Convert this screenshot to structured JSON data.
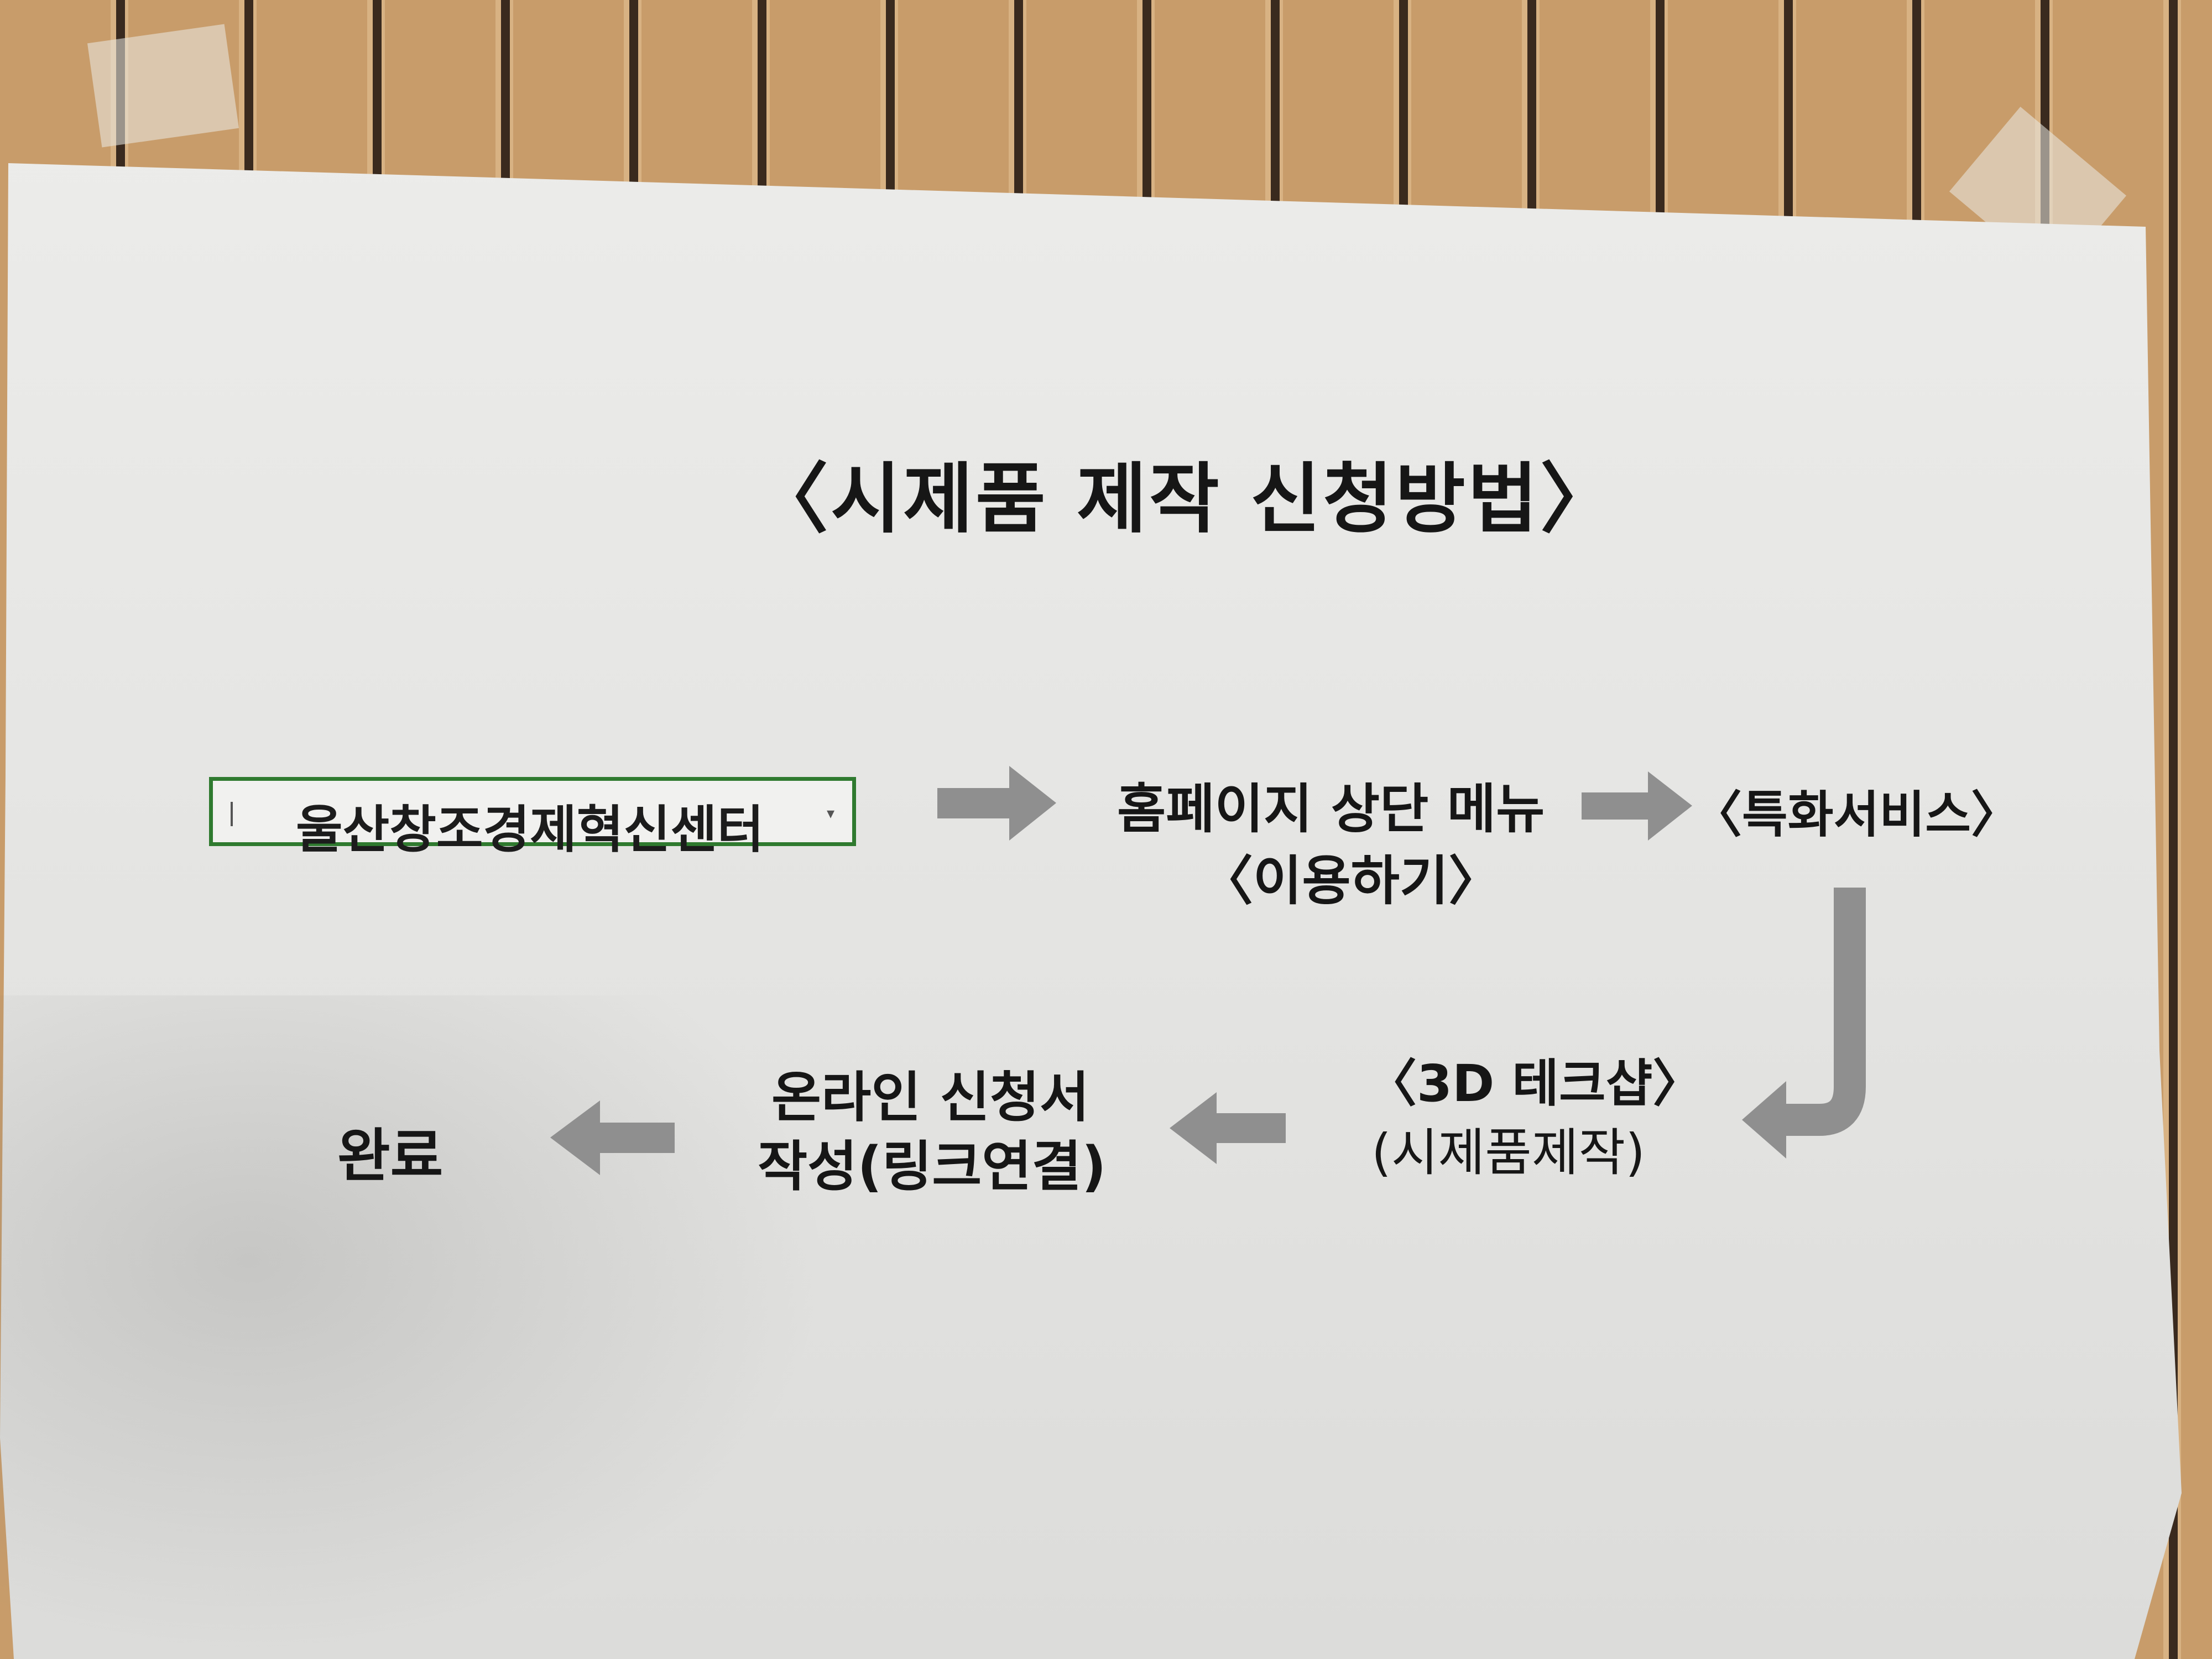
{
  "title": "〈시제품 제작 신청방법〉",
  "steps": {
    "center_box": "울산창조경제혁신센터",
    "homepage_line1": "홈페이지 상단 메뉴",
    "homepage_line2": "〈이용하기〉",
    "special_service": "〈특화서비스〉",
    "tech_shop_line1": "〈3D 테크샵〉",
    "tech_shop_line2": "(시제품제작)",
    "online_line1": "온라인 신청서",
    "online_line2": "작성(링크연결)",
    "done": "완료"
  },
  "icons": {
    "arrow_color": "#8f8f8f",
    "box_border_color": "#2f7a2f"
  }
}
